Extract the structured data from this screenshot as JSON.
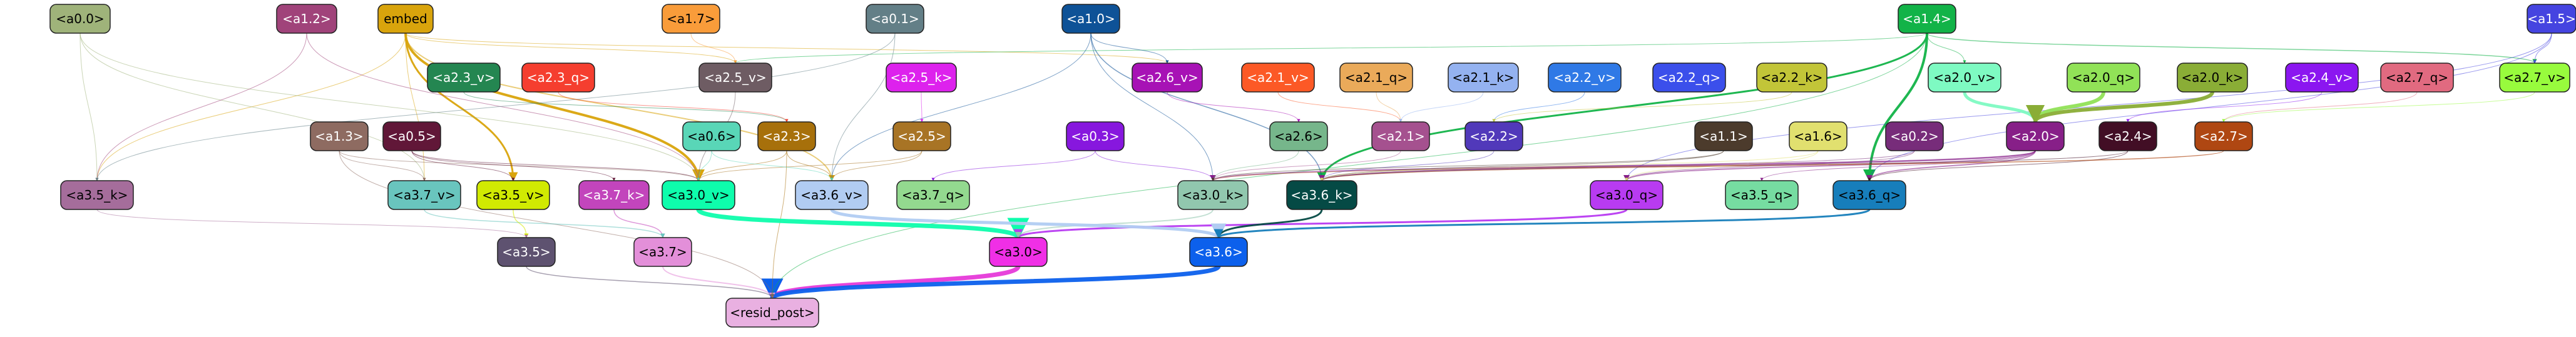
{
  "nodes": [
    {
      "id": "a0.0",
      "label": "<a0.0>",
      "fill": "#9fb37a",
      "text": "#000000"
    },
    {
      "id": "a1.2",
      "label": "<a1.2>",
      "fill": "#a0437a",
      "text": "#ffffff"
    },
    {
      "id": "embed",
      "label": "embed",
      "fill": "#d9a40c",
      "text": "#000000"
    },
    {
      "id": "a1.7",
      "label": "<a1.7>",
      "fill": "#f99c3a",
      "text": "#000000"
    },
    {
      "id": "a0.1",
      "label": "<a0.1>",
      "fill": "#637f87",
      "text": "#ffffff"
    },
    {
      "id": "a1.0",
      "label": "<a1.0>",
      "fill": "#0e5297",
      "text": "#ffffff"
    },
    {
      "id": "a1.4",
      "label": "<a1.4>",
      "fill": "#12b348",
      "text": "#ffffff"
    },
    {
      "id": "a1.5",
      "label": "<a1.5>",
      "fill": "#4544e0",
      "text": "#ffffff"
    },
    {
      "id": "a2.3_v",
      "label": "<a2.3_v>",
      "fill": "#248651",
      "text": "#ffffff"
    },
    {
      "id": "a2.3_q",
      "label": "<a2.3_q>",
      "fill": "#f53e2f",
      "text": "#ffffff"
    },
    {
      "id": "a2.5_v",
      "label": "<a2.5_v>",
      "fill": "#6e5c63",
      "text": "#ffffff"
    },
    {
      "id": "a2.5_k",
      "label": "<a2.5_k>",
      "fill": "#dd22ed",
      "text": "#ffffff"
    },
    {
      "id": "a2.6_v",
      "label": "<a2.6_v>",
      "fill": "#a712b5",
      "text": "#ffffff"
    },
    {
      "id": "a2.1_v",
      "label": "<a2.1_v>",
      "fill": "#fc5926",
      "text": "#ffffff"
    },
    {
      "id": "a2.1_q",
      "label": "<a2.1_q>",
      "fill": "#eaaa5a",
      "text": "#000000"
    },
    {
      "id": "a2.1_k",
      "label": "<a2.1_k>",
      "fill": "#94b2f0",
      "text": "#000000"
    },
    {
      "id": "a2.2_v",
      "label": "<a2.2_v>",
      "fill": "#2f79e6",
      "text": "#ffffff"
    },
    {
      "id": "a2.2_q",
      "label": "<a2.2_q>",
      "fill": "#3b4feb",
      "text": "#ffffff"
    },
    {
      "id": "a2.2_k",
      "label": "<a2.2_k>",
      "fill": "#c2c538",
      "text": "#000000"
    },
    {
      "id": "a2.0_v",
      "label": "<a2.0_v>",
      "fill": "#7efac2",
      "text": "#000000"
    },
    {
      "id": "a2.0_q",
      "label": "<a2.0_q>",
      "fill": "#91e257",
      "text": "#000000"
    },
    {
      "id": "a2.0_k",
      "label": "<a2.0_k>",
      "fill": "#8aad36",
      "text": "#000000"
    },
    {
      "id": "a2.4_v",
      "label": "<a2.4_v>",
      "fill": "#8b16f0",
      "text": "#ffffff"
    },
    {
      "id": "a2.7_q",
      "label": "<a2.7_q>",
      "fill": "#e16a80",
      "text": "#000000"
    },
    {
      "id": "a2.7_v",
      "label": "<a2.7_v>",
      "fill": "#98fb3d",
      "text": "#000000"
    },
    {
      "id": "a1.3",
      "label": "<a1.3>",
      "fill": "#8e6b61",
      "text": "#ffffff"
    },
    {
      "id": "a0.5",
      "label": "<a0.5>",
      "fill": "#611738",
      "text": "#ffffff"
    },
    {
      "id": "a0.6",
      "label": "<a0.6>",
      "fill": "#59d6b7",
      "text": "#000000"
    },
    {
      "id": "a2.3",
      "label": "<a2.3>",
      "fill": "#a7700b",
      "text": "#ffffff"
    },
    {
      "id": "a2.5",
      "label": "<a2.5>",
      "fill": "#a87425",
      "text": "#ffffff"
    },
    {
      "id": "a0.3",
      "label": "<a0.3>",
      "fill": "#8717de",
      "text": "#ffffff"
    },
    {
      "id": "a2.6",
      "label": "<a2.6>",
      "fill": "#76b68b",
      "text": "#000000"
    },
    {
      "id": "a2.1",
      "label": "<a2.1>",
      "fill": "#a5518f",
      "text": "#ffffff"
    },
    {
      "id": "a2.2",
      "label": "<a2.2>",
      "fill": "#5139ba",
      "text": "#ffffff"
    },
    {
      "id": "a1.1",
      "label": "<a1.1>",
      "fill": "#4c3b2c",
      "text": "#ffffff"
    },
    {
      "id": "a1.6",
      "label": "<a1.6>",
      "fill": "#e1e06f",
      "text": "#000000"
    },
    {
      "id": "a0.2",
      "label": "<a0.2>",
      "fill": "#772c7a",
      "text": "#ffffff"
    },
    {
      "id": "a2.0",
      "label": "<a2.0>",
      "fill": "#871f88",
      "text": "#ffffff"
    },
    {
      "id": "a2.4",
      "label": "<a2.4>",
      "fill": "#420e25",
      "text": "#ffffff"
    },
    {
      "id": "a2.7",
      "label": "<a2.7>",
      "fill": "#af4712",
      "text": "#ffffff"
    },
    {
      "id": "a3.5_k",
      "label": "<a3.5_k>",
      "fill": "#a56d9b",
      "text": "#000000"
    },
    {
      "id": "a3.7_v",
      "label": "<a3.7_v>",
      "fill": "#69c5be",
      "text": "#000000"
    },
    {
      "id": "a3.5_v",
      "label": "<a3.5_v>",
      "fill": "#d1ea02",
      "text": "#000000"
    },
    {
      "id": "a3.7_k",
      "label": "<a3.7_k>",
      "fill": "#c245bc",
      "text": "#ffffff"
    },
    {
      "id": "a3.0_v",
      "label": "<a3.0_v>",
      "fill": "#0efdac",
      "text": "#000000"
    },
    {
      "id": "a3.6_v",
      "label": "<a3.6_v>",
      "fill": "#b1ccf2",
      "text": "#000000"
    },
    {
      "id": "a3.7_q",
      "label": "<a3.7_q>",
      "fill": "#93d98f",
      "text": "#000000"
    },
    {
      "id": "a3.0_k",
      "label": "<a3.0_k>",
      "fill": "#91c7ae",
      "text": "#000000"
    },
    {
      "id": "a3.6_k",
      "label": "<a3.6_k>",
      "fill": "#054a45",
      "text": "#ffffff"
    },
    {
      "id": "a3.0_q",
      "label": "<a3.0_q>",
      "fill": "#b83bf1",
      "text": "#000000"
    },
    {
      "id": "a3.5_q",
      "label": "<a3.5_q>",
      "fill": "#76dca1",
      "text": "#000000"
    },
    {
      "id": "a3.6_q",
      "label": "<a3.6_q>",
      "fill": "#177ebb",
      "text": "#000000"
    },
    {
      "id": "a3.5",
      "label": "<a3.5>",
      "fill": "#5e5270",
      "text": "#ffffff"
    },
    {
      "id": "a3.7",
      "label": "<a3.7>",
      "fill": "#e38fd9",
      "text": "#000000"
    },
    {
      "id": "a3.0",
      "label": "<a3.0>",
      "fill": "#f02fe6",
      "text": "#000000"
    },
    {
      "id": "a3.6",
      "label": "<a3.6>",
      "fill": "#0c60ec",
      "text": "#ffffff"
    },
    {
      "id": "resid_post",
      "label": "<resid_post>",
      "fill": "#e9b0e1",
      "text": "#000000"
    }
  ],
  "edges": [
    {
      "from": "a3.0",
      "to": "resid_post",
      "color": "#e63ad9",
      "width": 7
    },
    {
      "from": "a3.6",
      "to": "resid_post",
      "color": "#0c60ec",
      "width": 7
    },
    {
      "from": "a3.7",
      "to": "resid_post",
      "color": "#e38fd9",
      "width": 2
    },
    {
      "from": "a3.5",
      "to": "resid_post",
      "color": "#5e5270",
      "width": 1.5
    },
    {
      "from": "a1.4",
      "to": "resid_post",
      "color": "#12b348",
      "width": 1
    },
    {
      "from": "a2.3",
      "to": "resid_post",
      "color": "#a7700b",
      "width": 1
    },
    {
      "from": "a1.3",
      "to": "resid_post",
      "color": "#8e6b61",
      "width": 1
    },
    {
      "from": "a3.0_v",
      "to": "a3.0",
      "color": "#0efdac",
      "width": 7
    },
    {
      "from": "a3.0_q",
      "to": "a3.0",
      "color": "#b83bf1",
      "width": 3
    },
    {
      "from": "a3.0_k",
      "to": "a3.0",
      "color": "#91c7ae",
      "width": 2
    },
    {
      "from": "a3.6_v",
      "to": "a3.6",
      "color": "#b1ccf2",
      "width": 5
    },
    {
      "from": "a3.6_k",
      "to": "a3.6",
      "color": "#054a45",
      "width": 3
    },
    {
      "from": "a3.6_q",
      "to": "a3.6",
      "color": "#177ebb",
      "width": 3
    },
    {
      "from": "a3.7_k",
      "to": "a3.7",
      "color": "#c245bc",
      "width": 1.5
    },
    {
      "from": "a3.7_v",
      "to": "a3.7",
      "color": "#69c5be",
      "width": 1.5
    },
    {
      "from": "a3.5_v",
      "to": "a3.5",
      "color": "#d1ea02",
      "width": 1.5
    },
    {
      "from": "a3.5_k",
      "to": "a3.5",
      "color": "#a56d9b",
      "width": 1
    },
    {
      "from": "embed",
      "to": "a3.0_v",
      "color": "#d9a40c",
      "width": 4
    },
    {
      "from": "embed",
      "to": "a3.5_v",
      "color": "#d9a40c",
      "width": 3
    },
    {
      "from": "embed",
      "to": "a3.6_v",
      "color": "#d9a40c",
      "width": 2
    },
    {
      "from": "embed",
      "to": "a3.7_v",
      "color": "#d9a40c",
      "width": 1
    },
    {
      "from": "embed",
      "to": "a3.5_k",
      "color": "#d9a40c",
      "width": 1
    },
    {
      "from": "embed",
      "to": "a2.5_v",
      "color": "#d9a40c",
      "width": 1
    },
    {
      "from": "embed",
      "to": "a2.6_v",
      "color": "#d9a40c",
      "width": 1
    },
    {
      "from": "a1.4",
      "to": "a3.6_q",
      "color": "#12b348",
      "width": 4
    },
    {
      "from": "a1.4",
      "to": "a3.6_k",
      "color": "#12b348",
      "width": 3
    },
    {
      "from": "a1.4",
      "to": "a2.7_v",
      "color": "#12b348",
      "width": 1.5
    },
    {
      "from": "a1.4",
      "to": "a2.5_v",
      "color": "#12b348",
      "width": 1
    },
    {
      "from": "a1.4",
      "to": "a2.0_v",
      "color": "#12b348",
      "width": 1
    },
    {
      "from": "a1.0",
      "to": "a3.6_k",
      "color": "#0e5297",
      "width": 1.5
    },
    {
      "from": "a1.0",
      "to": "a3.0_k",
      "color": "#0e5297",
      "width": 1
    },
    {
      "from": "a1.0",
      "to": "a3.6_v",
      "color": "#0e5297",
      "width": 1
    },
    {
      "from": "a1.0",
      "to": "a2.6_v",
      "color": "#0e5297",
      "width": 1
    },
    {
      "from": "a1.5",
      "to": "a3.6_q",
      "color": "#4544e0",
      "width": 1
    },
    {
      "from": "a1.5",
      "to": "a2.7_v",
      "color": "#4544e0",
      "width": 1
    },
    {
      "from": "a1.5",
      "to": "a3.0_q",
      "color": "#4544e0",
      "width": 1
    },
    {
      "from": "a0.0",
      "to": "a3.5_k",
      "color": "#9fb37a",
      "width": 1
    },
    {
      "from": "a0.0",
      "to": "a3.0_v",
      "color": "#9fb37a",
      "width": 1
    },
    {
      "from": "a0.0",
      "to": "a3.7_v",
      "color": "#9fb37a",
      "width": 1
    },
    {
      "from": "a1.2",
      "to": "a3.5_k",
      "color": "#a0437a",
      "width": 1
    },
    {
      "from": "a1.2",
      "to": "a3.0_v",
      "color": "#a0437a",
      "width": 1
    },
    {
      "from": "a1.7",
      "to": "a2.5_v",
      "color": "#f99c3a",
      "width": 1
    },
    {
      "from": "a0.1",
      "to": "a3.5_k",
      "color": "#637f87",
      "width": 1
    },
    {
      "from": "a0.1",
      "to": "a3.6_v",
      "color": "#637f87",
      "width": 1
    },
    {
      "from": "a2.5_v",
      "to": "a3.0_v",
      "color": "#6e5c63",
      "width": 1
    },
    {
      "from": "a2.5_k",
      "to": "a2.5",
      "color": "#dd22ed",
      "width": 1
    },
    {
      "from": "a2.6_v",
      "to": "a2.6",
      "color": "#a712b5",
      "width": 1
    },
    {
      "from": "a2.1_v",
      "to": "a2.1",
      "color": "#fc5926",
      "width": 1
    },
    {
      "from": "a2.1_q",
      "to": "a2.1",
      "color": "#eaaa5a",
      "width": 1
    },
    {
      "from": "a2.1_k",
      "to": "a2.1",
      "color": "#94b2f0",
      "width": 1
    },
    {
      "from": "a2.2_v",
      "to": "a2.2",
      "color": "#2f79e6",
      "width": 1
    },
    {
      "from": "a2.2_k",
      "to": "a2.2",
      "color": "#c2c538",
      "width": 1
    },
    {
      "from": "a2.0_v",
      "to": "a2.0",
      "color": "#7efac2",
      "width": 5
    },
    {
      "from": "a2.0_q",
      "to": "a2.0",
      "color": "#91e257",
      "width": 6
    },
    {
      "from": "a2.0_k",
      "to": "a2.0",
      "color": "#8aad36",
      "width": 6
    },
    {
      "from": "a2.4_v",
      "to": "a2.4",
      "color": "#8b16f0",
      "width": 1
    },
    {
      "from": "a2.7_q",
      "to": "a2.7",
      "color": "#e16a80",
      "width": 1
    },
    {
      "from": "a2.7_v",
      "to": "a2.7",
      "color": "#98fb3d",
      "width": 1
    },
    {
      "from": "a2.0",
      "to": "a3.6_k",
      "color": "#871f88",
      "width": 2
    },
    {
      "from": "a2.0",
      "to": "a3.0_k",
      "color": "#871f88",
      "width": 2
    },
    {
      "from": "a2.0",
      "to": "a3.6_q",
      "color": "#871f88",
      "width": 2
    },
    {
      "from": "a2.0",
      "to": "a3.0_q",
      "color": "#871f88",
      "width": 2
    },
    {
      "from": "a2.0",
      "to": "a3.5_q",
      "color": "#871f88",
      "width": 1
    },
    {
      "from": "a2.4",
      "to": "a3.6_k",
      "color": "#420e25",
      "width": 1
    },
    {
      "from": "a2.4",
      "to": "a3.6_q",
      "color": "#420e25",
      "width": 1
    },
    {
      "from": "a2.7",
      "to": "a3.6_k",
      "color": "#af4712",
      "width": 1
    },
    {
      "from": "a2.7",
      "to": "a3.0_k",
      "color": "#af4712",
      "width": 1
    },
    {
      "from": "a2.2",
      "to": "a3.6_k",
      "color": "#5139ba",
      "width": 1
    },
    {
      "from": "a2.1",
      "to": "a3.0_k",
      "color": "#a5518f",
      "width": 1
    },
    {
      "from": "a2.6",
      "to": "a3.0_k",
      "color": "#76b68b",
      "width": 1
    },
    {
      "from": "a2.5",
      "to": "a3.6_v",
      "color": "#a87425",
      "width": 1
    },
    {
      "from": "a2.5",
      "to": "a3.0_v",
      "color": "#a87425",
      "width": 1
    },
    {
      "from": "a2.3",
      "to": "a3.0_v",
      "color": "#a7700b",
      "width": 1
    },
    {
      "from": "a2.3",
      "to": "a3.6_v",
      "color": "#a7700b",
      "width": 1
    },
    {
      "from": "a2.3_v",
      "to": "a2.3",
      "color": "#248651",
      "width": 1
    },
    {
      "from": "a2.3_q",
      "to": "a2.3",
      "color": "#f53e2f",
      "width": 1
    },
    {
      "from": "a1.3",
      "to": "a3.7_v",
      "color": "#8e6b61",
      "width": 1
    },
    {
      "from": "a1.3",
      "to": "a3.0_v",
      "color": "#8e6b61",
      "width": 1
    },
    {
      "from": "a0.5",
      "to": "a3.5_v",
      "color": "#611738",
      "width": 1
    },
    {
      "from": "a0.5",
      "to": "a3.7_k",
      "color": "#611738",
      "width": 1
    },
    {
      "from": "a0.5",
      "to": "a3.0_v",
      "color": "#611738",
      "width": 1
    },
    {
      "from": "a0.6",
      "to": "a3.0_v",
      "color": "#59d6b7",
      "width": 1
    },
    {
      "from": "a0.6",
      "to": "a3.6_v",
      "color": "#59d6b7",
      "width": 1
    },
    {
      "from": "a0.3",
      "to": "a3.0_k",
      "color": "#8717de",
      "width": 1
    },
    {
      "from": "a0.3",
      "to": "a3.7_q",
      "color": "#8717de",
      "width": 1
    },
    {
      "from": "a0.2",
      "to": "a3.0_q",
      "color": "#772c7a",
      "width": 1
    },
    {
      "from": "a0.2",
      "to": "a3.6_k",
      "color": "#772c7a",
      "width": 1
    },
    {
      "from": "a1.1",
      "to": "a3.6_k",
      "color": "#4c3b2c",
      "width": 1
    },
    {
      "from": "a1.1",
      "to": "a3.0_k",
      "color": "#4c3b2c",
      "width": 1
    },
    {
      "from": "a1.6",
      "to": "a3.6_k",
      "color": "#e1e06f",
      "width": 1
    },
    {
      "from": "a1.6",
      "to": "a3.0_q",
      "color": "#e1e06f",
      "width": 1
    }
  ]
}
